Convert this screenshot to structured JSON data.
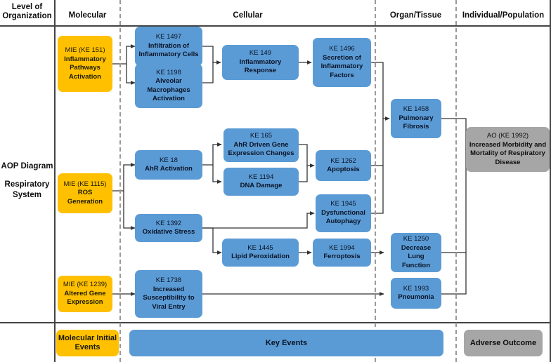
{
  "title": "AOP Diagram Respiratory System",
  "side_label": {
    "line1": "AOP Diagram",
    "line2": "Respiratory",
    "line3": "System"
  },
  "header": {
    "level_line1": "Level of",
    "level_line2": "Organization",
    "columns": [
      {
        "label": "Molecular"
      },
      {
        "label": "Cellular"
      },
      {
        "label": "Organ/Tissue"
      },
      {
        "label": "Individual/Population"
      }
    ]
  },
  "colors": {
    "mie": "#FFC000",
    "key_event": "#5B9BD5",
    "adverse_outcome": "#A6A6A6",
    "rule": "#444444",
    "dashed_separator": "#9A9A9A",
    "connector": "#333333"
  },
  "nodes": {
    "mie_151": {
      "ke": "MIE (KE 151)",
      "name": "Inflammatory Pathways Activation",
      "type": "mie"
    },
    "mie_1115": {
      "ke": "MIE (KE 1115)",
      "name": "ROS Generation",
      "type": "mie"
    },
    "mie_1239": {
      "ke": "MIE (KE 1239)",
      "name": "Altered Gene Expression",
      "type": "mie"
    },
    "ke_1497": {
      "ke": "KE 1497",
      "name": "Infiltration of Inflammatory Cells",
      "type": "key_event"
    },
    "ke_1198": {
      "ke": "KE 1198",
      "name": "Alveolar Macrophages Activation",
      "type": "key_event"
    },
    "ke_149": {
      "ke": "KE 149",
      "name": "Inflammatory Response",
      "type": "key_event"
    },
    "ke_1496": {
      "ke": "KE 1496",
      "name": "Secretion of Inflammatory Factors",
      "type": "key_event"
    },
    "ke_18": {
      "ke": "KE 18",
      "name": "AhR Activation",
      "type": "key_event"
    },
    "ke_165": {
      "ke": "KE 165",
      "name": "AhR Driven Gene Expression Changes",
      "type": "key_event"
    },
    "ke_1194": {
      "ke": "KE 1194",
      "name": "DNA Damage",
      "type": "key_event"
    },
    "ke_1262": {
      "ke": "KE 1262",
      "name": "Apoptosis",
      "type": "key_event"
    },
    "ke_1392": {
      "ke": "KE 1392",
      "name": "Oxidative Stress",
      "type": "key_event"
    },
    "ke_1945": {
      "ke": "KE 1945",
      "name": "Dysfunctional Autophagy",
      "type": "key_event"
    },
    "ke_1445": {
      "ke": "KE 1445",
      "name": "Lipid Peroxidation",
      "type": "key_event"
    },
    "ke_1994": {
      "ke": "KE 1994",
      "name": "Ferroptosis",
      "type": "key_event"
    },
    "ke_1738": {
      "ke": "KE 1738",
      "name": "Increased Susceptibility to Viral Entry",
      "type": "key_event"
    },
    "ke_1458": {
      "ke": "KE 1458",
      "name": "Pulmonary Fibrosis",
      "type": "key_event"
    },
    "ke_1250": {
      "ke": "KE 1250",
      "name": "Decrease Lung Function",
      "type": "key_event"
    },
    "ke_1993": {
      "ke": "KE 1993",
      "name": "Pneumonia",
      "type": "key_event"
    },
    "ao_1992": {
      "ke": "AO (KE 1992)",
      "name": "Increased Morbidity and Mortality of Respiratory Disease",
      "type": "adverse_outcome"
    }
  },
  "legend": {
    "mie": "Molecular Initial Events",
    "key_events": "Key Events",
    "adverse_outcome": "Adverse Outcome"
  },
  "edges": [
    {
      "from": "mie_151",
      "to": "ke_1497"
    },
    {
      "from": "mie_151",
      "to": "ke_1198"
    },
    {
      "from": "ke_1497",
      "to": "ke_149"
    },
    {
      "from": "ke_1198",
      "to": "ke_149"
    },
    {
      "from": "ke_149",
      "to": "ke_1496"
    },
    {
      "from": "ke_1496",
      "to": "ke_1458"
    },
    {
      "from": "mie_1115",
      "to": "ke_18"
    },
    {
      "from": "mie_1115",
      "to": "ke_1392"
    },
    {
      "from": "ke_18",
      "to": "ke_165"
    },
    {
      "from": "ke_18",
      "to": "ke_1194"
    },
    {
      "from": "ke_165",
      "to": "ke_1262"
    },
    {
      "from": "ke_1194",
      "to": "ke_1262"
    },
    {
      "from": "ke_1262",
      "to": "ke_1458"
    },
    {
      "from": "ke_1392",
      "to": "ke_1945"
    },
    {
      "from": "ke_1392",
      "to": "ke_1445"
    },
    {
      "from": "ke_1945",
      "to": "ke_1458"
    },
    {
      "from": "ke_1445",
      "to": "ke_1994"
    },
    {
      "from": "ke_1994",
      "to": "ke_1250"
    },
    {
      "from": "mie_1239",
      "to": "ke_1738"
    },
    {
      "from": "ke_1738",
      "to": "ke_1993"
    },
    {
      "from": "ke_1458",
      "to": "ao_1992"
    },
    {
      "from": "ke_1250",
      "to": "ao_1992"
    },
    {
      "from": "ke_1993",
      "to": "ao_1992"
    }
  ]
}
